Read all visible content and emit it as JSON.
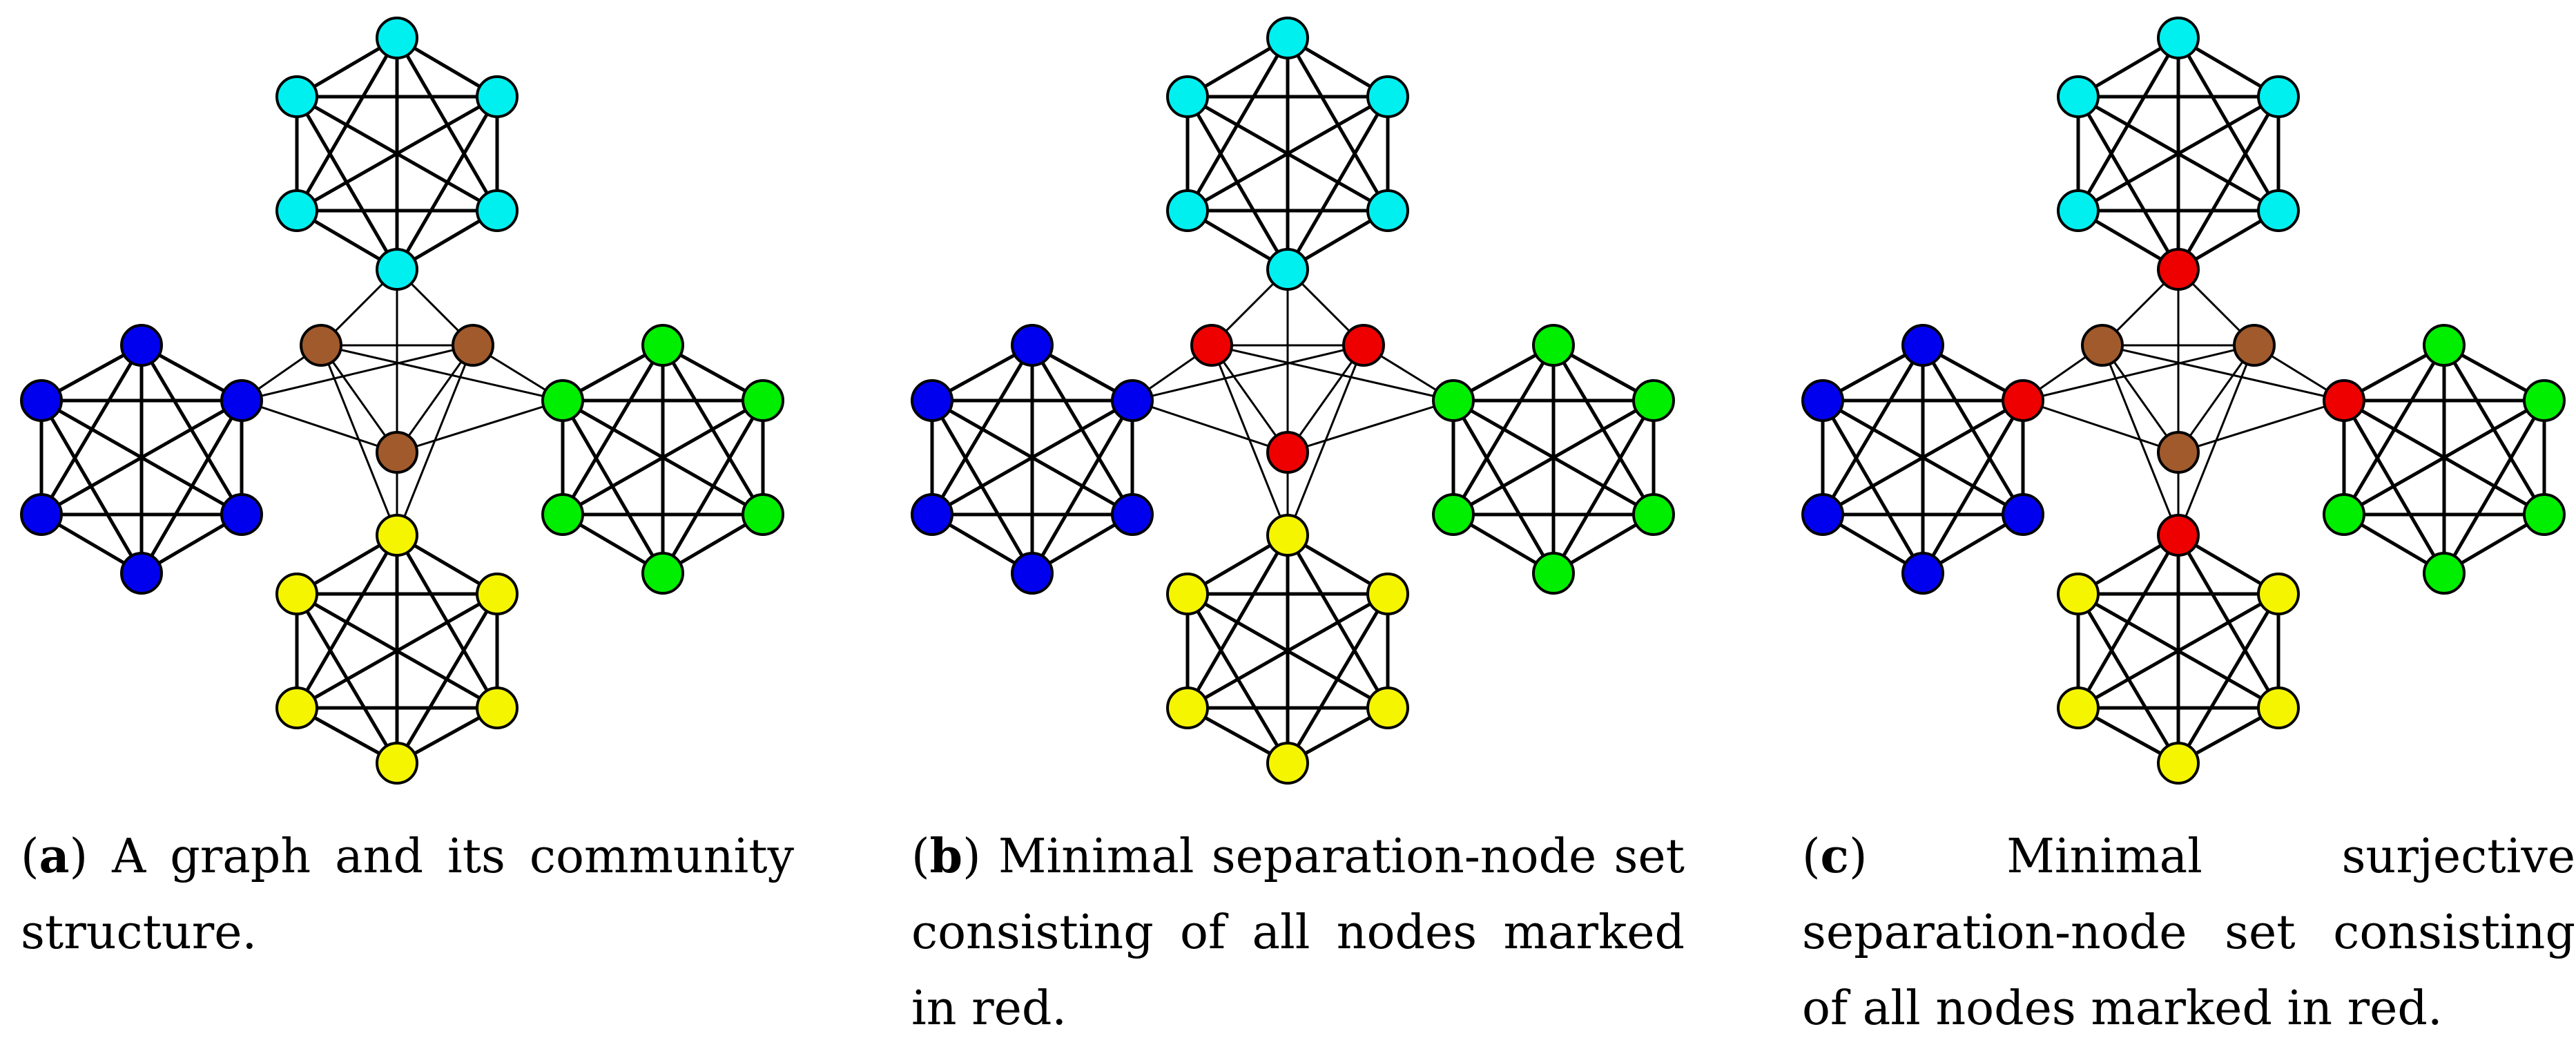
{
  "figure": {
    "colors": {
      "cyan": "#00f0f0",
      "blue": "#0000ee",
      "green": "#00ee00",
      "yellow": "#f5f500",
      "brown": "#a05a2c",
      "red": "#ee0000",
      "edge": "#000000"
    },
    "panels": [
      {
        "label": "a",
        "caption": ") A graph and its community structure.",
        "node_colors": {
          "top_hub": "cyan",
          "bottom_hub": "yellow",
          "left_hub": "blue",
          "right_hub": "green",
          "center_left": "brown",
          "center_right": "brown",
          "center_bottom": "brown"
        }
      },
      {
        "label": "b",
        "caption": ") Minimal separation-node set consisting of all nodes marked in red.",
        "node_colors": {
          "top_hub": "cyan",
          "bottom_hub": "yellow",
          "left_hub": "blue",
          "right_hub": "green",
          "center_left": "red",
          "center_right": "red",
          "center_bottom": "red"
        }
      },
      {
        "label": "c",
        "caption": ") Minimal surjective separation-node set consisting of all nodes marked in red.",
        "node_colors": {
          "top_hub": "red",
          "bottom_hub": "red",
          "left_hub": "red",
          "right_hub": "red",
          "center_left": "brown",
          "center_right": "brown",
          "center_bottom": "brown"
        }
      }
    ]
  }
}
